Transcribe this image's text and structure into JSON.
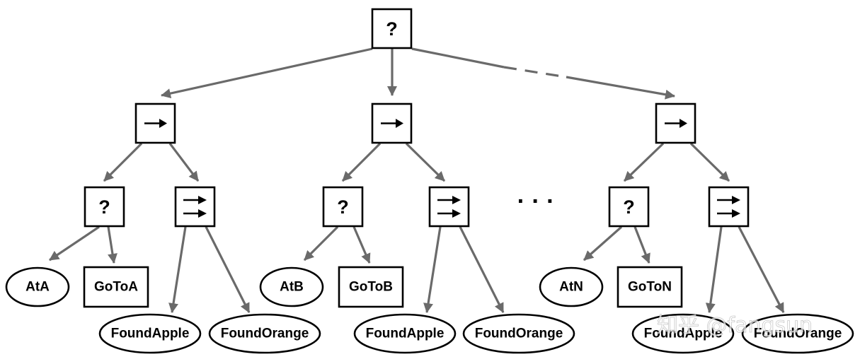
{
  "diagram": {
    "root_symbol": "?",
    "ellipsis": "· · ·",
    "branches": [
      {
        "sequence_symbol": "→",
        "fallback_symbol": "?",
        "parallel_symbol": "⇉",
        "condition": "AtA",
        "action": "GoToA",
        "leaf_left": "FoundApple",
        "leaf_right": "FoundOrange"
      },
      {
        "sequence_symbol": "→",
        "fallback_symbol": "?",
        "parallel_symbol": "⇉",
        "condition": "AtB",
        "action": "GoToB",
        "leaf_left": "FoundApple",
        "leaf_right": "FoundOrange"
      },
      {
        "sequence_symbol": "→",
        "fallback_symbol": "?",
        "parallel_symbol": "⇉",
        "condition": "AtN",
        "action": "GoToN",
        "leaf_left": "FoundApple",
        "leaf_right": "FoundOrange"
      }
    ]
  },
  "watermark": "知乎 @fangsun"
}
